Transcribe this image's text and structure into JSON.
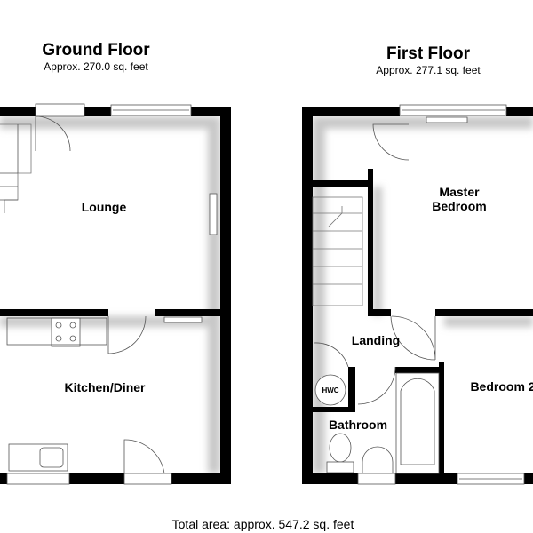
{
  "ground_floor": {
    "title": "Ground Floor",
    "area": "Approx. 270.0 sq. feet",
    "rooms": [
      "Lounge",
      "Kitchen/Diner"
    ]
  },
  "first_floor": {
    "title": "First Floor",
    "area": "Approx. 277.1 sq. feet",
    "rooms": [
      "Master\nBedroom",
      "Landing",
      "Bedroom 2",
      "Bathroom"
    ],
    "hwc_label": "HWC"
  },
  "total_area": "Total area: approx. 547.2 sq. feet",
  "colors": {
    "wall": "#000000",
    "floor": "#ffffff",
    "shadow": "#d0d0d0"
  }
}
